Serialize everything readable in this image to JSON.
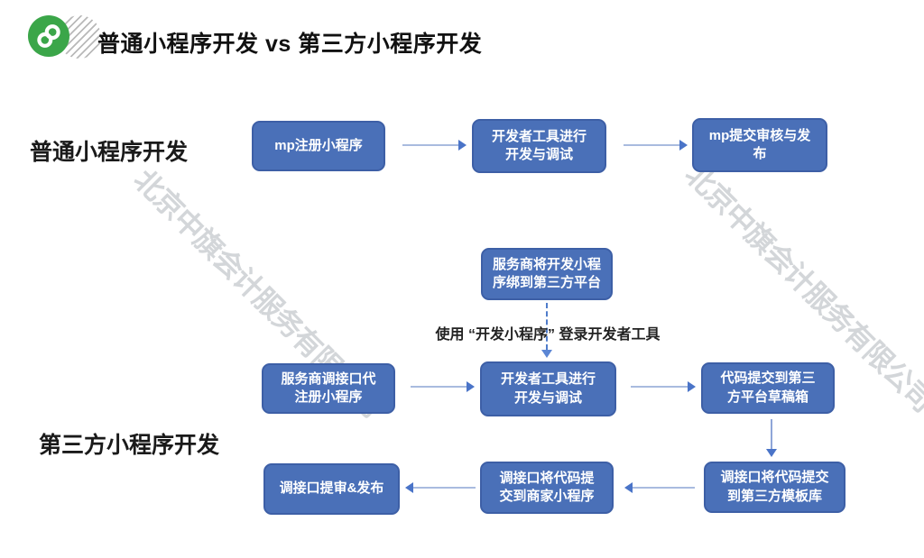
{
  "header": {
    "title": "普通小程序开发 vs 第三方小程序开发",
    "logo": "wechat-mini-program-logo"
  },
  "watermark": {
    "text": "北京中旗会计服务有限公司"
  },
  "flows": {
    "normal": {
      "label": "普通小程序开发"
    },
    "third_party": {
      "label": "第三方小程序开发"
    }
  },
  "annotation": {
    "text": "使用 “开发小程序” 登录开发者工具"
  },
  "nodes": {
    "a1": {
      "label": "mp注册小程序"
    },
    "a2": {
      "label": "开发者工具进行\n开发与调试"
    },
    "a3": {
      "label": "mp提交审核与发\n布"
    },
    "b0": {
      "label": "服务商将开发小程\n序绑到第三方平台"
    },
    "b1": {
      "label": "服务商调接口代\n注册小程序"
    },
    "b2": {
      "label": "开发者工具进行\n开发与调试"
    },
    "b3": {
      "label": "代码提交到第三\n方平台草稿箱"
    },
    "c1": {
      "label": "调接口提审&发布"
    },
    "c2": {
      "label": "调接口将代码提\n交到商家小程序"
    },
    "c3": {
      "label": "调接口将代码提交\n到第三方模板库"
    }
  },
  "colors": {
    "node_fill": "#4a70b8",
    "node_border": "#3d5fa6",
    "arrow_line": "#a9bbdf",
    "arrow_head": "#4a74c8",
    "dashed_arrow": "#4f7ccb",
    "logo_green": "#3ba649",
    "watermark_gray": "#9ea3aa",
    "title_text": "#111111",
    "node_text": "#ffffff"
  }
}
